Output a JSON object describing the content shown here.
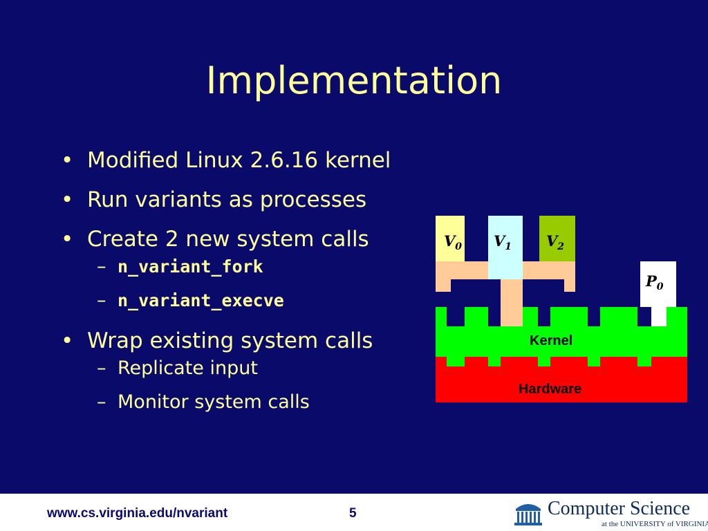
{
  "slide": {
    "title": "Implementation",
    "bullets": [
      "Modified Linux 2.6.16 kernel",
      "Run variants as processes",
      "Create 2 new system calls",
      "Wrap existing system calls"
    ],
    "syscalls": [
      "n_variant_fork",
      "n_variant_execve"
    ],
    "wrap_items": [
      "Replicate input",
      "Monitor system calls"
    ]
  },
  "diagram": {
    "v0_letter": "V",
    "v0_sub": "0",
    "v1_letter": "V",
    "v1_sub": "1",
    "v2_letter": "V",
    "v2_sub": "2",
    "p0_letter": "P",
    "p0_sub": "0",
    "kernel_label": "Kernel",
    "hardware_label": "Hardware",
    "colors": {
      "v0": "#ffff99",
      "v1": "#ccffff",
      "v2": "#99cc00",
      "p0": "#ffffff",
      "connector": "#ffcc99",
      "kernel": "#00ff00",
      "hardware": "#ff0000"
    }
  },
  "footer": {
    "url": "www.cs.virginia.edu/nvariant",
    "page_number": "5",
    "logo_main": "Computer Science",
    "logo_sub": "at the UNIVERSITY of VIRGINIA"
  },
  "theme": {
    "background": "#0a0a6b",
    "text": "#ffff99"
  }
}
